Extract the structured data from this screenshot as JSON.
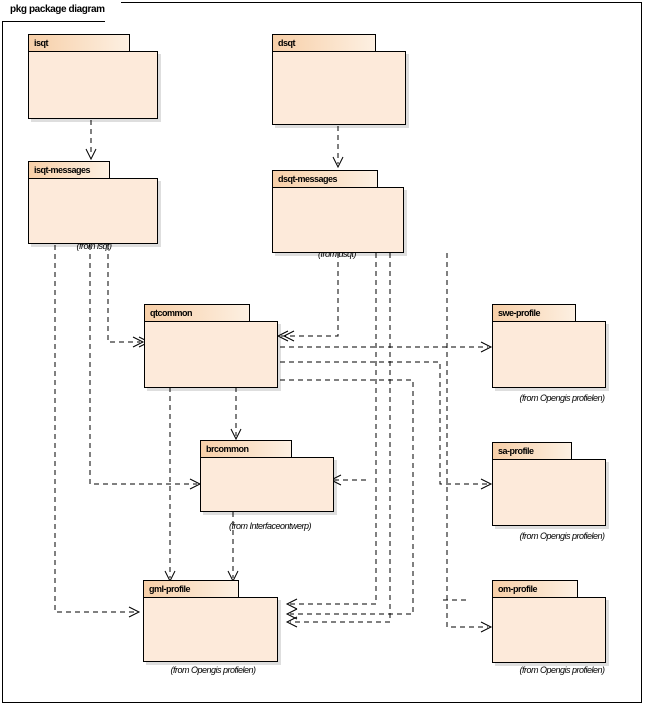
{
  "diagram": {
    "frame_title": "pkg package diagram",
    "type": "uml-package-diagram",
    "colors": {
      "package_header_start": "#f7cfa8",
      "package_header_end": "#fdf0e2",
      "package_body": "#fdeada",
      "line": "#000000",
      "background": "#ffffff"
    }
  },
  "packages": [
    {
      "id": "isqt",
      "label": "isqt",
      "from": ""
    },
    {
      "id": "dsqt",
      "label": "dsqt",
      "from": ""
    },
    {
      "id": "isqt-messages",
      "label": "isqt-messages",
      "from": "(from isqt)"
    },
    {
      "id": "dsqt-messages",
      "label": "dsqt-messages",
      "from": "(from dsqt)"
    },
    {
      "id": "qtcommon",
      "label": "qtcommon",
      "from": ""
    },
    {
      "id": "swe-profile",
      "label": "swe-profile",
      "from": "(from Opengis profielen)"
    },
    {
      "id": "brcommon",
      "label": "brcommon",
      "from": "(from Interfaceontwerp)"
    },
    {
      "id": "sa-profile",
      "label": "sa-profile",
      "from": "(from Opengis profielen)"
    },
    {
      "id": "gml-profile",
      "label": "gml-profile",
      "from": "(from Opengis profielen)"
    },
    {
      "id": "om-profile",
      "label": "om-profile",
      "from": "(from Opengis profielen)"
    }
  ],
  "dependencies": [
    {
      "from": "isqt",
      "to": "isqt-messages"
    },
    {
      "from": "dsqt",
      "to": "dsqt-messages"
    },
    {
      "from": "isqt-messages",
      "to": "qtcommon"
    },
    {
      "from": "dsqt-messages",
      "to": "qtcommon"
    },
    {
      "from": "isqt-messages",
      "to": "brcommon"
    },
    {
      "from": "isqt-messages",
      "to": "gml-profile"
    },
    {
      "from": "dsqt-messages",
      "to": "gml-profile"
    },
    {
      "from": "dsqt-messages",
      "to": "sa-profile"
    },
    {
      "from": "dsqt-messages",
      "to": "om-profile"
    },
    {
      "from": "qtcommon",
      "to": "brcommon"
    },
    {
      "from": "qtcommon",
      "to": "gml-profile"
    },
    {
      "from": "qtcommon",
      "to": "swe-profile"
    },
    {
      "from": "qtcommon",
      "to": "sa-profile"
    },
    {
      "from": "qtcommon",
      "to": "om-profile"
    },
    {
      "from": "brcommon",
      "to": "gml-profile"
    }
  ]
}
